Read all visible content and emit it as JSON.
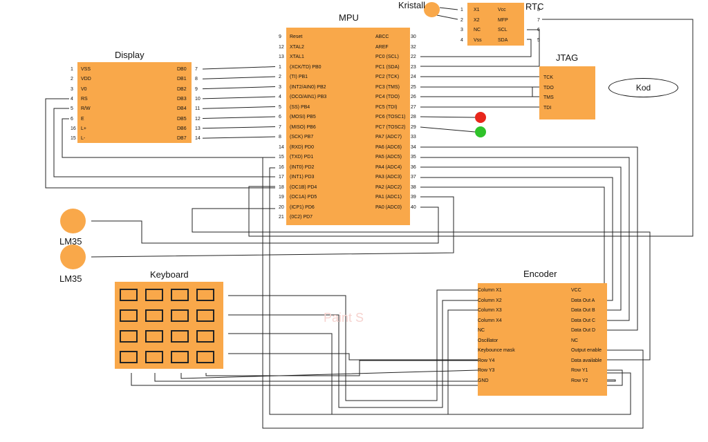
{
  "titles": {
    "mpu": "MPU",
    "display": "Display",
    "rtc": "RTC",
    "kristall": "Kristall",
    "jtag": "JTAG",
    "keyboard": "Keyboard",
    "encoder": "Encoder",
    "lm35_a": "LM35",
    "lm35_b": "LM35",
    "kod": "Kod",
    "watermark": "Paint S"
  },
  "mpu": {
    "left": [
      {
        "num": "9",
        "label": "Reset"
      },
      {
        "num": "12",
        "label": "XTAL2"
      },
      {
        "num": "13",
        "label": "XTAL1"
      },
      {
        "num": "1",
        "label": "(XCK/TD) PB0"
      },
      {
        "num": "2",
        "label": "(TI) PB1"
      },
      {
        "num": "3",
        "label": "(INT2/AIN0) PB2"
      },
      {
        "num": "4",
        "label": "(OCO/AIN1) PB3"
      },
      {
        "num": "5",
        "label": "(SS) PB4"
      },
      {
        "num": "6",
        "label": "(MOSI) PB5"
      },
      {
        "num": "7",
        "label": "(MISO) PB6"
      },
      {
        "num": "8",
        "label": "(SCK) PB7"
      },
      {
        "num": "14",
        "label": "(RXD) PD0"
      },
      {
        "num": "15",
        "label": "(TXD) PD1"
      },
      {
        "num": "16",
        "label": "(INT0) PD2"
      },
      {
        "num": "17",
        "label": "(INT1) PD3"
      },
      {
        "num": "18",
        "label": "(OC1B) PD4"
      },
      {
        "num": "19",
        "label": "(OC1A) PD5"
      },
      {
        "num": "20",
        "label": "(ICP1) PD6"
      },
      {
        "num": "21",
        "label": "(0C2) PD7"
      }
    ],
    "right": [
      {
        "num": "30",
        "label": "ABCC"
      },
      {
        "num": "32",
        "label": "AREF"
      },
      {
        "num": "22",
        "label": "PC0 (SCL)"
      },
      {
        "num": "23",
        "label": "PC1 (SDA)"
      },
      {
        "num": "24",
        "label": "PC2 (TCK)"
      },
      {
        "num": "25",
        "label": "PC3 (TMS)"
      },
      {
        "num": "26",
        "label": "PC4 (TDO)"
      },
      {
        "num": "27",
        "label": "PC5 (TDI)"
      },
      {
        "num": "28",
        "label": "PC6 (TOSC1)"
      },
      {
        "num": "29",
        "label": "PC7 (TOSC2)"
      },
      {
        "num": "33",
        "label": "PA7 (ADC7)"
      },
      {
        "num": "34",
        "label": "PA6 (ADC6)"
      },
      {
        "num": "35",
        "label": "PA5 (ADC5)"
      },
      {
        "num": "36",
        "label": "PA4 (ADC4)"
      },
      {
        "num": "37",
        "label": "PA3 (ADC3)"
      },
      {
        "num": "38",
        "label": "PA2 (ADC2)"
      },
      {
        "num": "39",
        "label": "PA1 (ADC1)"
      },
      {
        "num": "40",
        "label": "PA0 (ADC0)"
      }
    ]
  },
  "display": {
    "left": [
      {
        "num": "1",
        "label": "VSS"
      },
      {
        "num": "2",
        "label": "VDD"
      },
      {
        "num": "3",
        "label": "V0"
      },
      {
        "num": "4",
        "label": "RS"
      },
      {
        "num": "5",
        "label": "R/W"
      },
      {
        "num": "6",
        "label": "E"
      },
      {
        "num": "16",
        "label": "L+"
      },
      {
        "num": "15",
        "label": "L-"
      }
    ],
    "right": [
      {
        "num": "7",
        "label": "DB0"
      },
      {
        "num": "8",
        "label": "DB1"
      },
      {
        "num": "9",
        "label": "DB2"
      },
      {
        "num": "10",
        "label": "DB3"
      },
      {
        "num": "11",
        "label": "DB4"
      },
      {
        "num": "12",
        "label": "DB5"
      },
      {
        "num": "13",
        "label": "DB6"
      },
      {
        "num": "14",
        "label": "DB7"
      }
    ]
  },
  "rtc": {
    "left": [
      {
        "num": "1",
        "label": "X1"
      },
      {
        "num": "2",
        "label": "X2"
      },
      {
        "num": "3",
        "label": "NC"
      },
      {
        "num": "4",
        "label": "Vss"
      }
    ],
    "right": [
      {
        "num": "8",
        "label": "Vcc"
      },
      {
        "num": "7",
        "label": "MFP"
      },
      {
        "num": "6",
        "label": "SCL"
      },
      {
        "num": "5",
        "label": "SDA"
      }
    ]
  },
  "jtag": {
    "pins": [
      {
        "label": "TCK"
      },
      {
        "label": "TDO"
      },
      {
        "label": "TMS"
      },
      {
        "label": "TDI"
      }
    ]
  },
  "encoder": {
    "left": [
      {
        "label": "Column X1"
      },
      {
        "label": "Column X2"
      },
      {
        "label": "Column X3"
      },
      {
        "label": "Column X4"
      },
      {
        "label": "NC"
      },
      {
        "label": "Oscillator"
      },
      {
        "label": "Keybounce mask"
      },
      {
        "label": "Row Y4"
      },
      {
        "label": "Row Y3"
      },
      {
        "label": "GND"
      }
    ],
    "right": [
      {
        "label": "VCC"
      },
      {
        "label": "Data Out A"
      },
      {
        "label": "Data Out B"
      },
      {
        "label": "Data Out C"
      },
      {
        "label": "Data Out D"
      },
      {
        "label": "NC"
      },
      {
        "label": "Output enable"
      },
      {
        "label": "Data available"
      },
      {
        "label": "Row Y1"
      },
      {
        "label": "Row Y2"
      }
    ]
  },
  "colors": {
    "block": "#f9a84a",
    "wire": "#222222",
    "led_red": "#e8261b",
    "led_green": "#2fc22a"
  }
}
